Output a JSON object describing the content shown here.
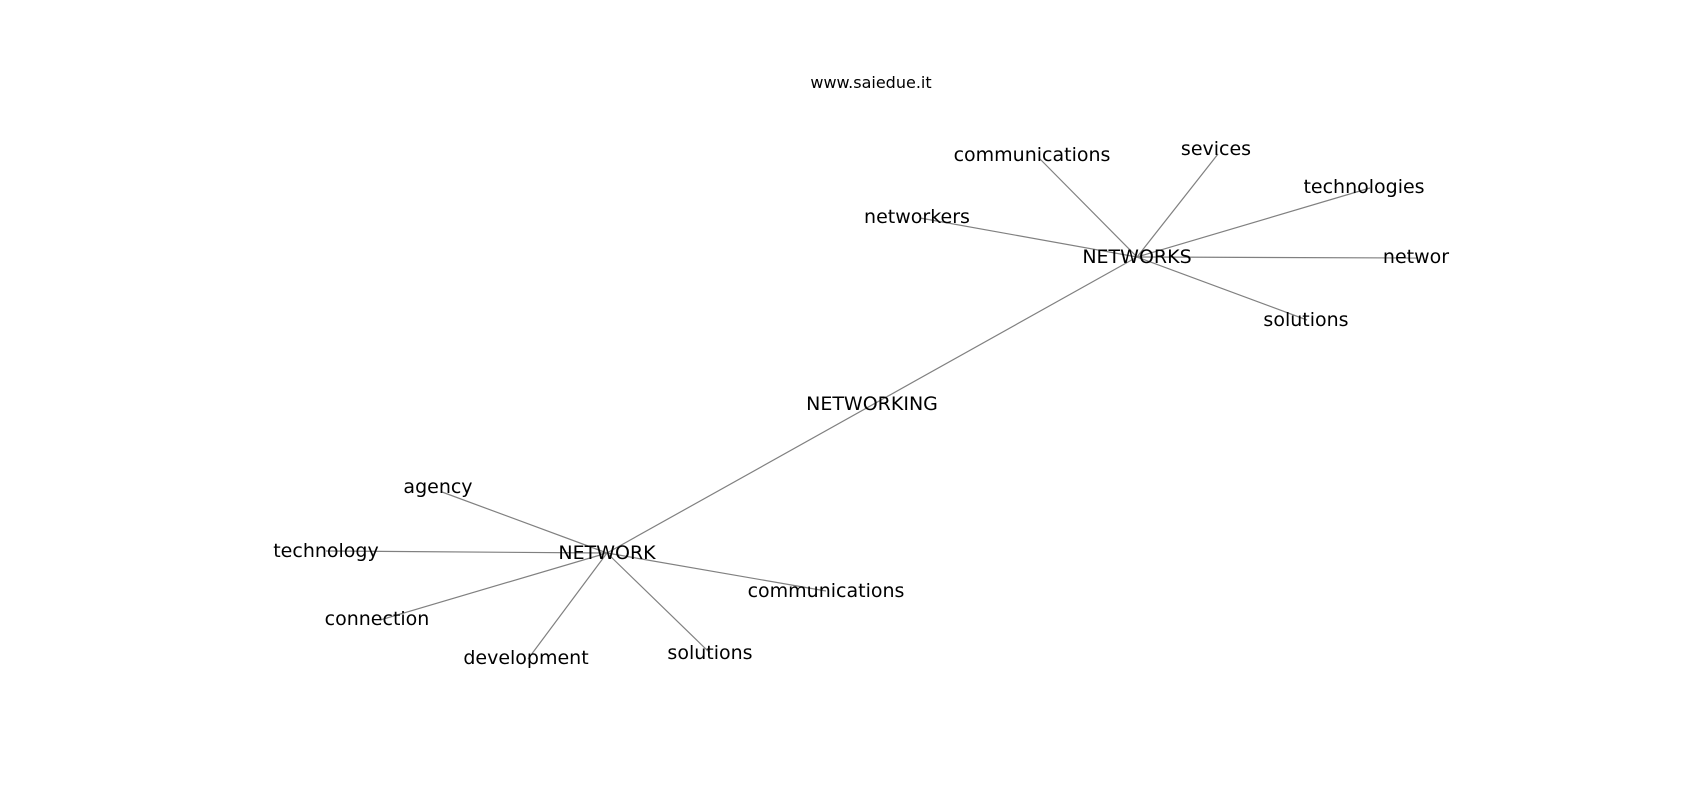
{
  "header": {
    "site": "www.saiedue.it"
  },
  "nodes": {
    "networks": "NETWORKS",
    "networking": "NETWORKING",
    "network": "NETWORK",
    "communications_top": "communications",
    "sevices": "sevices",
    "technologies": "technologies",
    "networkers": "networkers",
    "networ": "networ",
    "solutions_top": "solutions",
    "agency": "agency",
    "technology": "technology",
    "connection": "connection",
    "development": "development",
    "solutions_bottom": "solutions",
    "communications_bottom": "communications"
  },
  "colors": {
    "edge": "#808080",
    "text": "#000000",
    "background": "#ffffff"
  }
}
